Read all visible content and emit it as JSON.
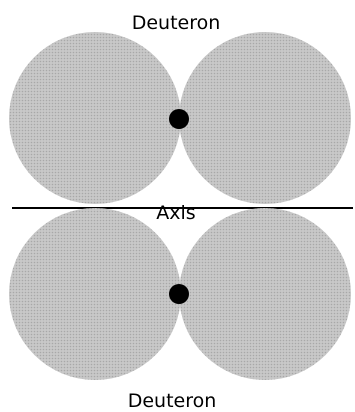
{
  "diagram": {
    "labels": {
      "top_deuteron": "Deuteron",
      "axis": "Axis",
      "bottom_deuteron": "Deuteron"
    },
    "colors": {
      "sphere_fill": "#c8c8c8",
      "sphere_dots": "#a8a8a8",
      "center_dot": "#000000",
      "axis_line": "#000000",
      "background": "#ffffff"
    }
  }
}
